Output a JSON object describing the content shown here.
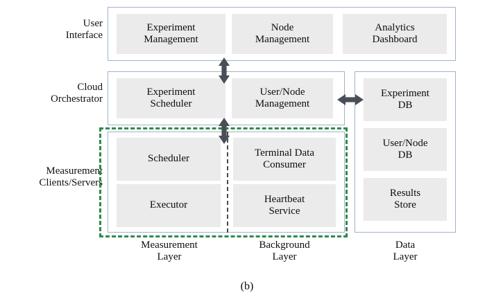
{
  "figure": {
    "caption": "(b)",
    "accent_green": "#2f8a4a",
    "panel_border": "#9fb3c6",
    "cell_fill": "#ebebeb",
    "arrow_color": "#4a4f57"
  },
  "row_labels": [
    {
      "name": "user-interface",
      "text": "User\nInterface"
    },
    {
      "name": "cloud-orchestrator",
      "text": "Cloud\nOrchestrator"
    },
    {
      "name": "measurement-clients-servers",
      "text": "Measurement\nClients/Servers"
    }
  ],
  "panels": [
    {
      "name": "user-interface-panel",
      "cells": [
        {
          "name": "experiment-management",
          "text": "Experiment\nManagement"
        },
        {
          "name": "node-management",
          "text": "Node\nManagement"
        },
        {
          "name": "analytics-dashboard",
          "text": "Analytics\nDashboard"
        }
      ]
    },
    {
      "name": "cloud-orchestrator-panel",
      "cells": [
        {
          "name": "experiment-scheduler",
          "text": "Experiment\nScheduler"
        },
        {
          "name": "user-node-management",
          "text": "User/Node\nManagement"
        }
      ]
    },
    {
      "name": "measurement-clients-panel",
      "cells": [
        {
          "name": "scheduler",
          "text": "Scheduler"
        },
        {
          "name": "terminal-data-consumer",
          "text": "Terminal Data\nConsumer"
        },
        {
          "name": "executor",
          "text": "Executor"
        },
        {
          "name": "heartbeat-service",
          "text": "Heartbeat\nService"
        }
      ]
    },
    {
      "name": "data-layer-panel",
      "cells": [
        {
          "name": "experiment-db",
          "text": "Experiment\nDB"
        },
        {
          "name": "user-node-db",
          "text": "User/Node\nDB"
        },
        {
          "name": "results-store",
          "text": "Results\nStore"
        }
      ]
    }
  ],
  "layer_labels": [
    {
      "name": "measurement-layer",
      "text": "Measurement\nLayer"
    },
    {
      "name": "background-layer",
      "text": "Background\nLayer"
    },
    {
      "name": "data-layer",
      "text": "Data\nLayer"
    }
  ],
  "connectors": [
    {
      "name": "ui-to-orchestrator-arrow",
      "direction": "bidirectional-vertical"
    },
    {
      "name": "orchestrator-to-clients-arrow",
      "direction": "bidirectional-vertical"
    },
    {
      "name": "orchestrator-to-data-arrow",
      "direction": "bidirectional-horizontal"
    }
  ]
}
